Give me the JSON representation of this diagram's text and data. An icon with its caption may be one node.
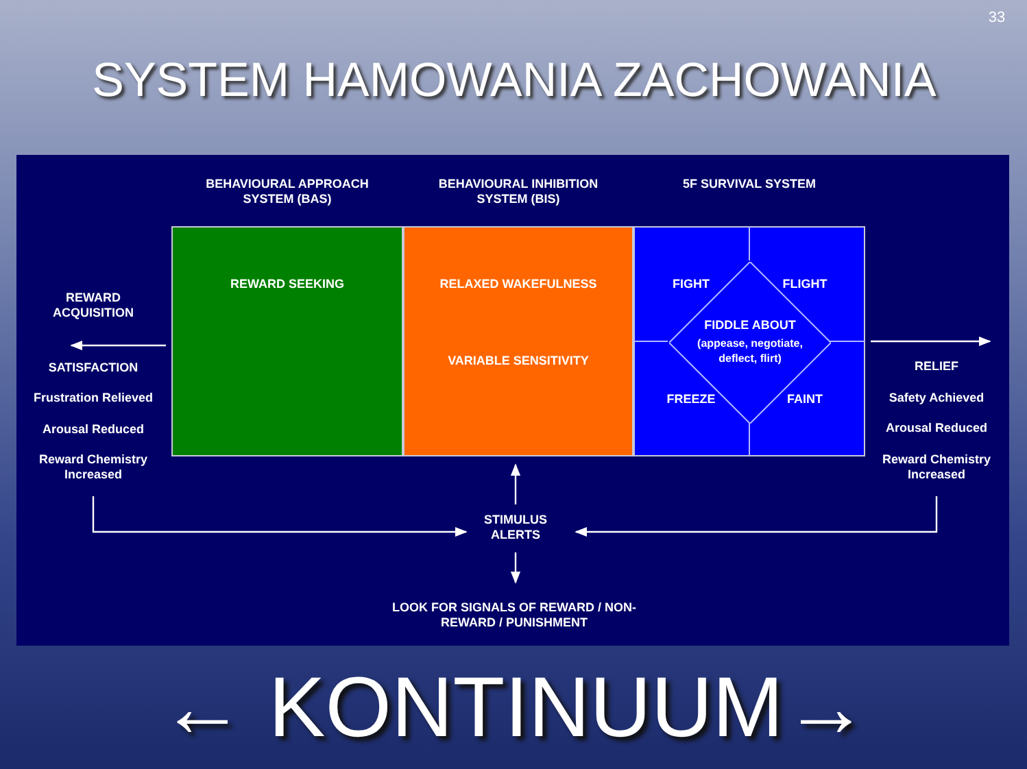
{
  "diagram": {
    "title": "SYSTEM HAMOWANIA ZACHOWANIA",
    "nodes": [
      {
        "text": [
          "BEHAVIOURAL APPROACH SYSTEM (BAS)",
          "REWARD SEEKING"
        ]
      },
      {
        "text": [
          "BEHAVIOURAL INHIBITION SYSTEM (BIS)",
          "RELAXED WAKEFULNESS",
          "VARIABLE SENSITIVITY"
        ]
      },
      {
        "text": [
          "5F SURVIVAL SYSTEM",
          "FIGHT",
          "FLIGHT",
          "FREEZE",
          "FAINT"
        ]
      },
      {
        "text": [
          "FIDDLE ABOUT",
          "(appease, negotiate, deflect, flirt)"
        ],
        "in": 2
      },
      {
        "text": [
          "REWARD ACQUISITION",
          "SATISFACTION",
          "Frustration Relieved",
          "Arousal Reduced",
          "Reward Chemistry Increased"
        ]
      },
      {
        "text": [
          "RELIEF",
          "Safety Achieved",
          "Arousal Reduced",
          "Reward Chemistry Increased"
        ]
      },
      {
        "text": [
          "STIMULUS ALERTS"
        ]
      },
      {
        "text": [
          "LOOK FOR SIGNALS OF REWARD / NON-REWARD / PUNISHMENT"
        ]
      }
    ],
    "edges": [
      {
        "from": 0,
        "to": 4,
        "arrow": "to"
      },
      {
        "from": 2,
        "to": 5,
        "arrow": "to"
      },
      {
        "from": 4,
        "to": 6,
        "arrow": "to"
      },
      {
        "from": 5,
        "to": 6,
        "arrow": "to"
      },
      {
        "from": 6,
        "to": 1,
        "arrow": "to"
      },
      {
        "from": 6,
        "to": 7,
        "arrow": "to"
      }
    ],
    "labels": [
      "33",
      "← KONTINUUM→"
    ]
  }
}
